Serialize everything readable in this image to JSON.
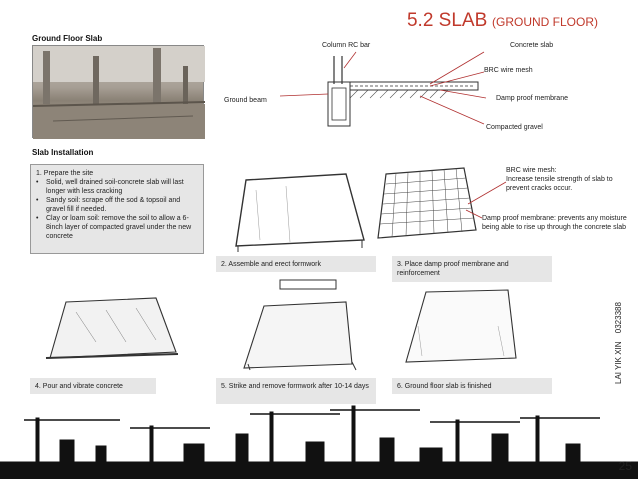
{
  "slide": {
    "title_main": "5.2 SLAB",
    "title_sub": "(GROUND FLOOR)",
    "page_number": "25",
    "author": "LAI YIK XIN",
    "student_id": "0323388"
  },
  "ground_floor": {
    "heading": "Ground Floor Slab",
    "labels": {
      "column": "Column RC bar",
      "concrete": "Concrete slab",
      "brc": "BRC wire mesh",
      "ground_beam": "Ground beam",
      "dpm": "Damp proof membrane",
      "gravel": "Compacted gravel"
    }
  },
  "installation": {
    "heading": "Slab Installation",
    "step1_title": "1. Prepare the site",
    "step1_bullets": [
      "Solid, well drained soil-concrete slab will last longer with less cracking",
      "Sandy soil: scrape off the sod & topsoil and gravel fill if needed.",
      "Clay or loam soil: remove the soil to allow a 6-8inch layer of compacted gravel under the new concrete"
    ],
    "step2": "2. Assemble and erect formwork",
    "step3": "3. Place damp proof membrane and reinforcement",
    "step4": "4. Pour and vibrate concrete",
    "step5": "5. Strike and remove formwork after 10-14 days",
    "step6": "6. Ground floor slab is finished",
    "brc_note": "BRC wire mesh:\nIncrease tensile strength of slab to prevent cracks occur.",
    "dpm_note": "Damp proof membrane: prevents any moisture being able to rise up through the concrete slab"
  },
  "colors": {
    "title": "#c0392b",
    "caption_bg": "#e6e6e6"
  }
}
